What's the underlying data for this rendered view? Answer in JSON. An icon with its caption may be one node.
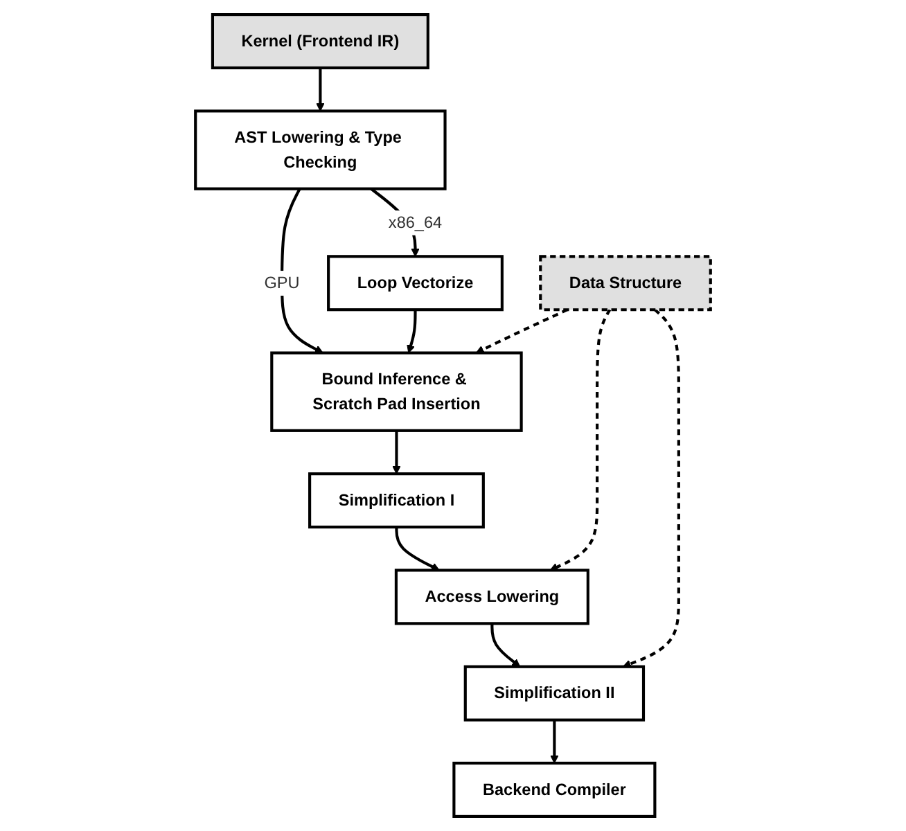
{
  "diagram": {
    "nodes": [
      {
        "text": [
          "Kernel (Frontend IR)"
        ]
      },
      {
        "text": [
          "AST Lowering & Type Checking"
        ]
      },
      {
        "text": [
          "Loop Vectorize"
        ]
      },
      {
        "text": [
          "Bound Inference & Scratch Pad Insertion"
        ]
      },
      {
        "text": [
          "Simplification I"
        ]
      },
      {
        "text": [
          "Access Lowering"
        ]
      },
      {
        "text": [
          "Simplification II"
        ]
      },
      {
        "text": [
          "Backend Compiler"
        ]
      },
      {
        "text": [
          "Data Structure"
        ]
      }
    ],
    "edges": [
      {
        "from": 0,
        "to": 1,
        "arrow": "to"
      },
      {
        "from": 1,
        "to": 2,
        "arrow": "to",
        "label": "x86_64"
      },
      {
        "from": 1,
        "to": 3,
        "arrow": "to",
        "label": "GPU"
      },
      {
        "from": 2,
        "to": 3,
        "arrow": "to"
      },
      {
        "from": 3,
        "to": 4,
        "arrow": "to"
      },
      {
        "from": 4,
        "to": 5,
        "arrow": "to"
      },
      {
        "from": 5,
        "to": 6,
        "arrow": "to"
      },
      {
        "from": 6,
        "to": 7,
        "arrow": "to"
      },
      {
        "from": 8,
        "to": 3,
        "arrow": "to",
        "style": "dashed"
      },
      {
        "from": 8,
        "to": 5,
        "arrow": "to",
        "style": "dashed"
      },
      {
        "from": 8,
        "to": 6,
        "arrow": "to",
        "style": "dashed"
      }
    ]
  }
}
